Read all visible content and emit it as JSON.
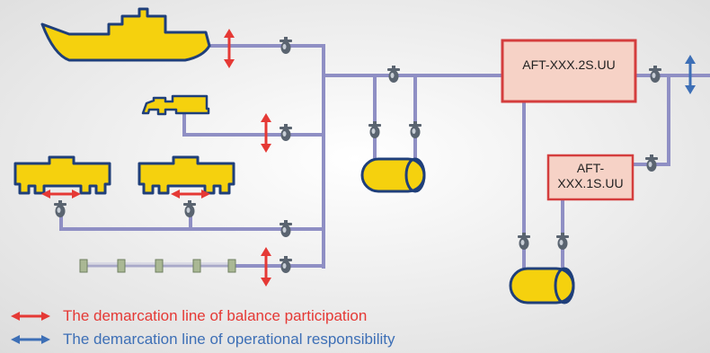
{
  "units": {
    "upper": "AFT-XXX.2S.UU",
    "lower": "AFT-\nXXX.1S.UU"
  },
  "legend": {
    "balance": {
      "label": "The demarcation line of balance participation",
      "color": "#e53935"
    },
    "operational": {
      "label": "The demarcation line of operational responsibility",
      "color": "#3d6fb6"
    }
  },
  "colors": {
    "pipe": "#8f8fc4",
    "equipment_fill": "#f5d10e",
    "equipment_stroke": "#1f3f7a",
    "box_fill": "#f6d2c6",
    "box_stroke": "#d43d3d",
    "valve": "#5a6470"
  }
}
